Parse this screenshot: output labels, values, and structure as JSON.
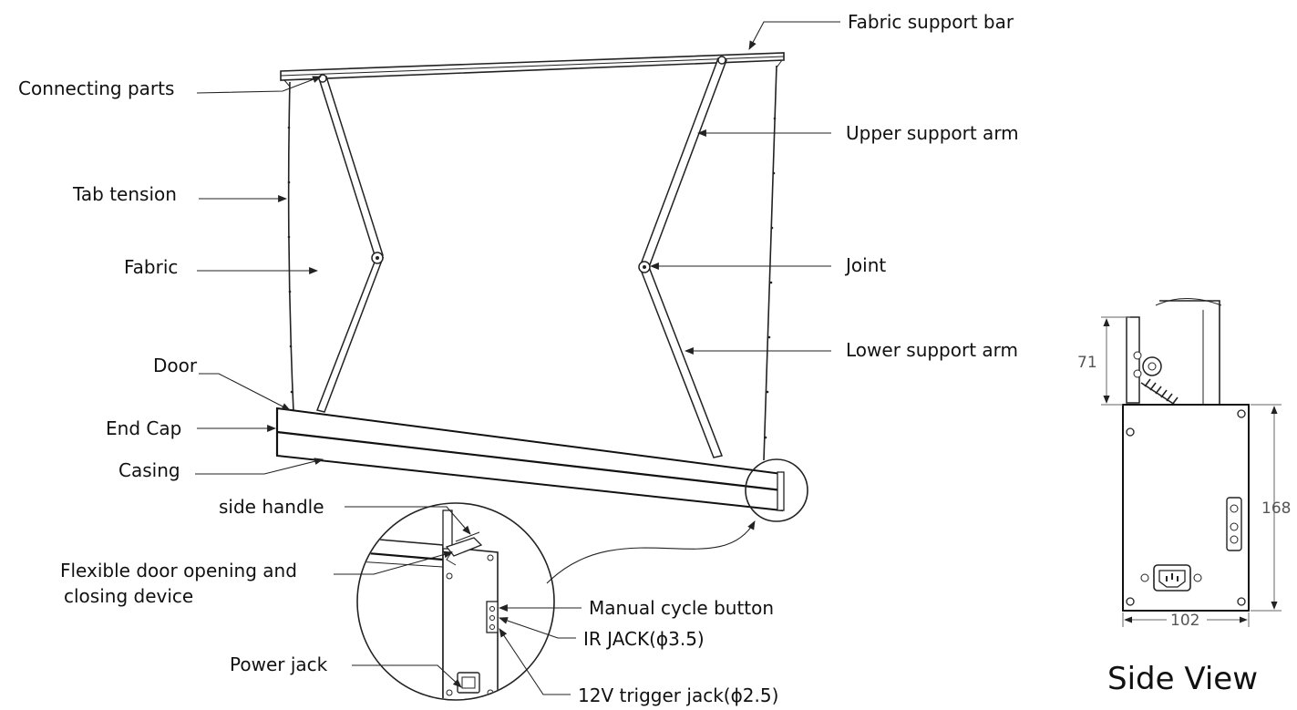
{
  "labels": {
    "fabric_support_bar": "Fabric support bar",
    "connecting_parts": "Connecting parts",
    "upper_support_arm": "Upper support arm",
    "tab_tension": "Tab tension",
    "fabric": "Fabric",
    "joint": "Joint",
    "lower_support_arm": "Lower support arm",
    "door": "Door",
    "end_cap": "End Cap",
    "casing": "Casing",
    "side_handle": "side handle",
    "flexible_door_line1": "Flexible door opening and",
    "flexible_door_line2": "closing device",
    "manual_cycle_button": "Manual cycle button",
    "ir_jack": "IR JACK(ϕ3.5)",
    "power_jack": "Power jack",
    "trigger_jack": "12V trigger jack(ϕ2.5)"
  },
  "side_view": {
    "title": "Side View",
    "dim_height_top": "71",
    "dim_height_body": "168",
    "dim_width": "102"
  },
  "colors": {
    "line": "#222222",
    "text": "#111111",
    "dimension": "#666666"
  }
}
